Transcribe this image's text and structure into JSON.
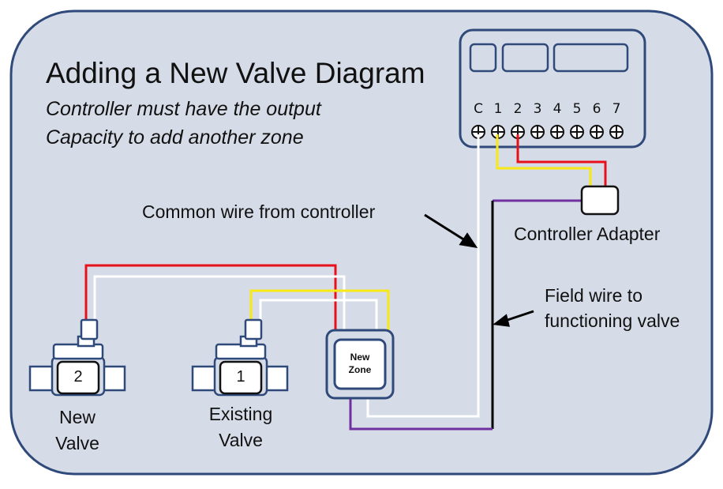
{
  "title": "Adding a New Valve Diagram",
  "subtitle_1": "Controller must have the output",
  "subtitle_2": "Capacity to add another zone",
  "terminals": [
    "C",
    "1",
    "2",
    "3",
    "4",
    "5",
    "6",
    "7"
  ],
  "labels": {
    "common_wire": "Common wire from controller",
    "controller_adapter": "Controller Adapter",
    "field_wire_1": "Field wire to",
    "field_wire_2": "functioning valve",
    "new_valve_1": "New",
    "new_valve_2": "Valve",
    "existing_valve_1": "Existing",
    "existing_valve_2": "Valve",
    "new_zone_1": "New",
    "new_zone_2": "Zone"
  },
  "valves": {
    "new_number": "2",
    "existing_number": "1"
  },
  "colors": {
    "background_panel": "#d6dce7",
    "outline": "#2f4a7a",
    "red_wire": "#e8101a",
    "yellow_wire": "#f7e816",
    "white_wire": "#ffffff",
    "purple_wire": "#7030a0",
    "black_wire": "#000000"
  }
}
